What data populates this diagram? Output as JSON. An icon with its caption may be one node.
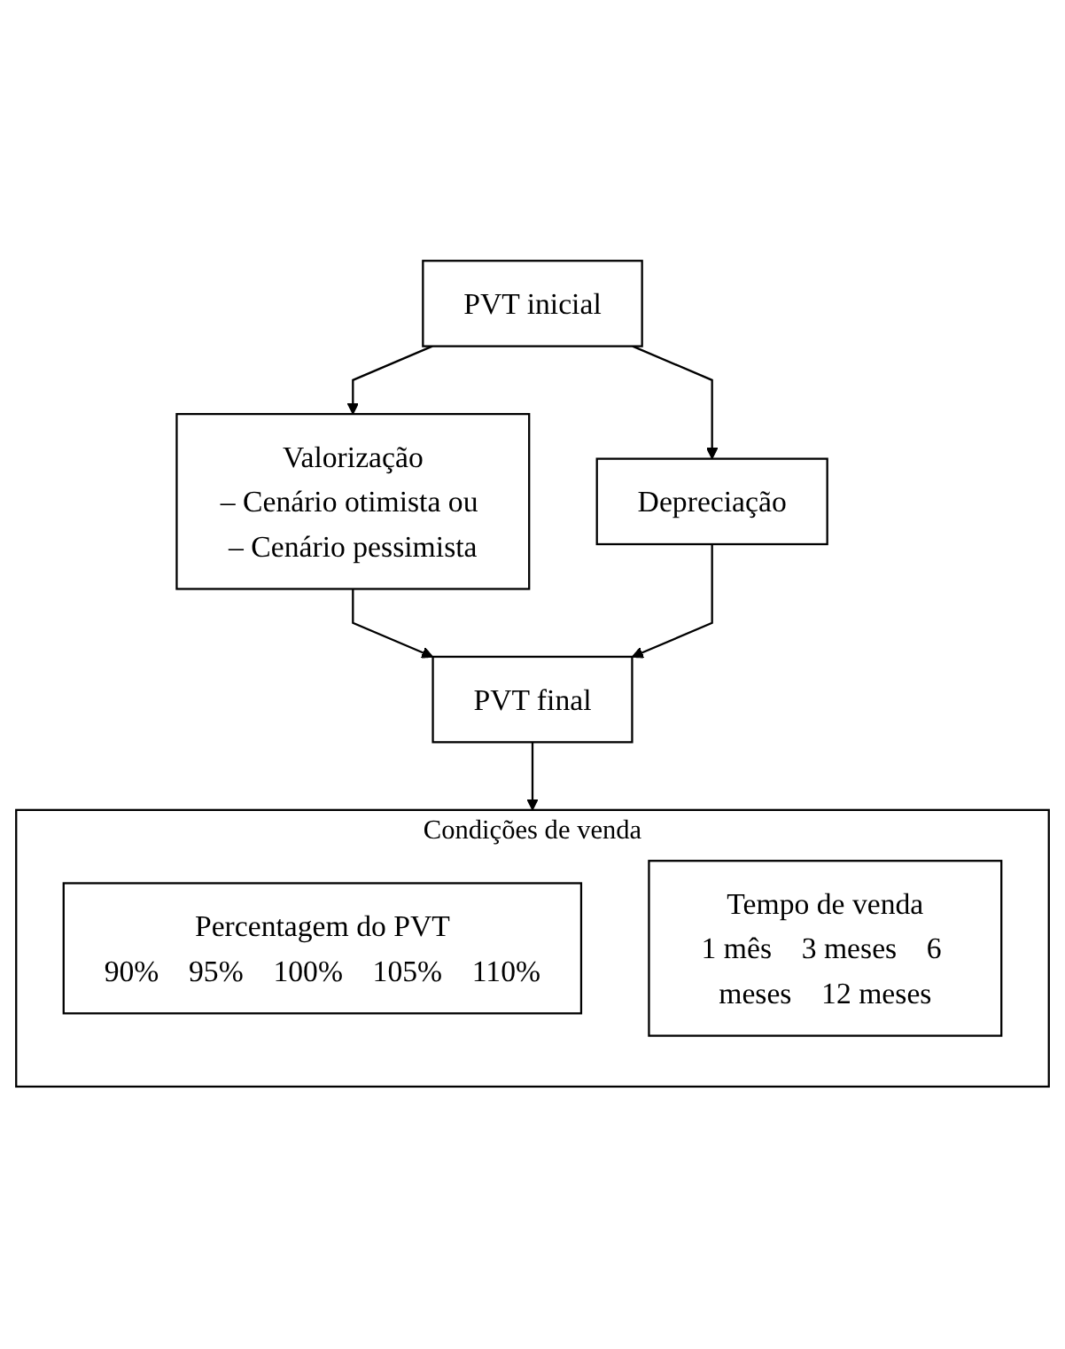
{
  "diagram": {
    "nodes": [
      {
        "text": [
          "PVT inicial"
        ]
      },
      {
        "text": [
          "Valorização",
          "– Cenário otimista ou – Cenário pessimista"
        ]
      },
      {
        "text": [
          "Depreciação"
        ]
      },
      {
        "text": [
          "PVT final"
        ]
      },
      {
        "text": [
          "Condições de venda"
        ]
      },
      {
        "text": [
          "Percentagem do PVT",
          "90%",
          "95%",
          "100%",
          "105%",
          "110%"
        ],
        "in": 4
      },
      {
        "text": [
          "Tempo de venda",
          "1 mês",
          "3 meses",
          "6 meses",
          "12 meses"
        ],
        "in": 4
      }
    ],
    "edges": [
      {
        "from": 0,
        "to": 1,
        "arrow": "to"
      },
      {
        "from": 0,
        "to": 2,
        "arrow": "to"
      },
      {
        "from": 1,
        "to": 3,
        "arrow": "to"
      },
      {
        "from": 2,
        "to": 3,
        "arrow": "to"
      },
      {
        "from": 3,
        "to": 4,
        "arrow": "to"
      }
    ]
  }
}
